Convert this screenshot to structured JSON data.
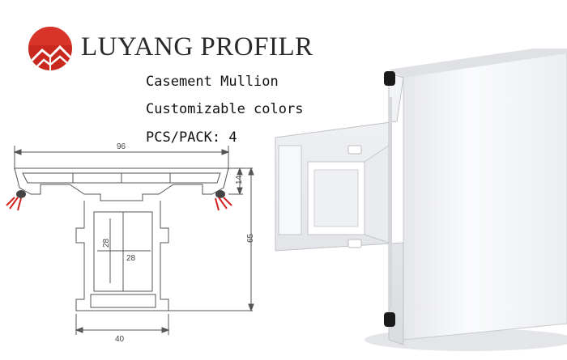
{
  "brand": {
    "name": "LUYANG PROFILR"
  },
  "specs": {
    "product": "Casement Mullion",
    "colors": "Customizable colors",
    "pack": "PCS/PACK: 4"
  },
  "drawing": {
    "dim_total_width": "96",
    "dim_flange_height": "14",
    "dim_total_height": "65",
    "dim_inner_height": "28",
    "dim_inner_width": "28",
    "dim_base_width": "40"
  },
  "colors": {
    "logo_red": "#c8281e",
    "profile_white": "#f2f3f5",
    "seal_black": "#1a1a1a",
    "seal_red": "#d42020"
  }
}
